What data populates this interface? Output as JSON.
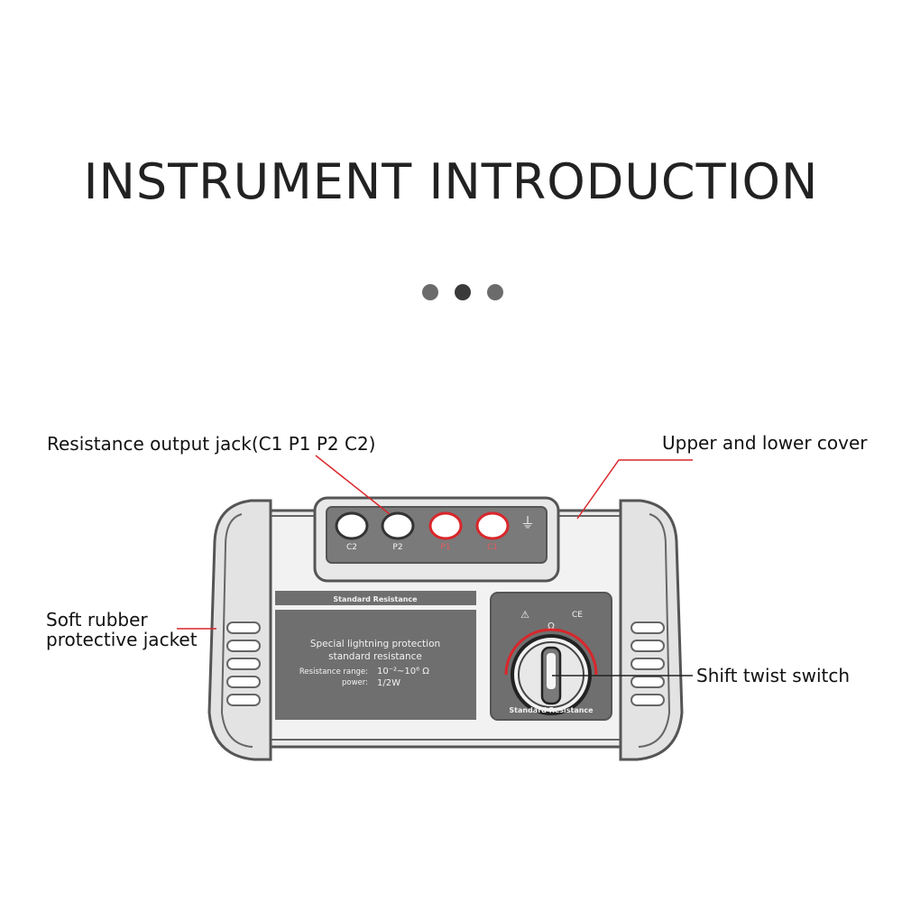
{
  "title": "INSTRUMENT INTRODUCTION",
  "colors": {
    "body": "#e9e9e9",
    "outline": "#555555",
    "panel": "#6f6f6f",
    "accent": "#d9262b"
  },
  "callouts": {
    "output_jack": "Resistance output jack(C1 P1 P2 C2)",
    "cover": "Upper and lower cover",
    "jacket_line1": "Soft rubber",
    "jacket_line2": "protective jacket",
    "switch": "Shift twist switch"
  },
  "device": {
    "jacks": [
      "C2",
      "P2",
      "P1",
      "C1"
    ],
    "ground_symbol": "⏚",
    "label_bar": "Standard Resistance",
    "panel_line1": "Special lightning protection",
    "panel_line2": "standard resistance",
    "range_label": "Resistance range:",
    "range_value": "10⁻²~10⁶ Ω",
    "power_label": "power:",
    "power_value": "1/2W",
    "warning_symbol": "⚠",
    "ce_mark": "CE",
    "ohm_symbol": "Ω",
    "dial_label": "Standard Resistance"
  }
}
